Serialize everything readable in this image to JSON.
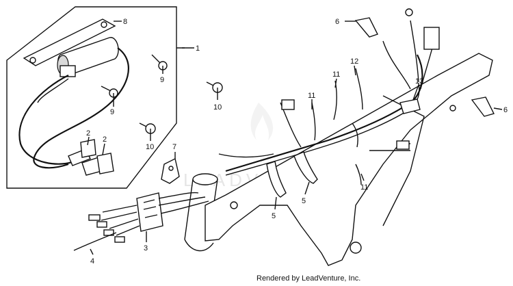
{
  "callouts": {
    "c1": "1",
    "c2a": "2",
    "c2b": "2",
    "c3": "3",
    "c4": "4",
    "c5a": "5",
    "c5b": "5",
    "c6a": "6",
    "c6b": "6",
    "c7": "7",
    "c8": "8",
    "c9a": "9",
    "c9b": "9",
    "c10a": "10",
    "c10b": "10",
    "c11a": "11",
    "c11b": "11",
    "c11c": "11",
    "c12": "12",
    "c13": "13"
  },
  "footer": {
    "credit": "Rendered by LeadVenture, Inc."
  },
  "watermark": {
    "text": "LEADVENTURE"
  }
}
